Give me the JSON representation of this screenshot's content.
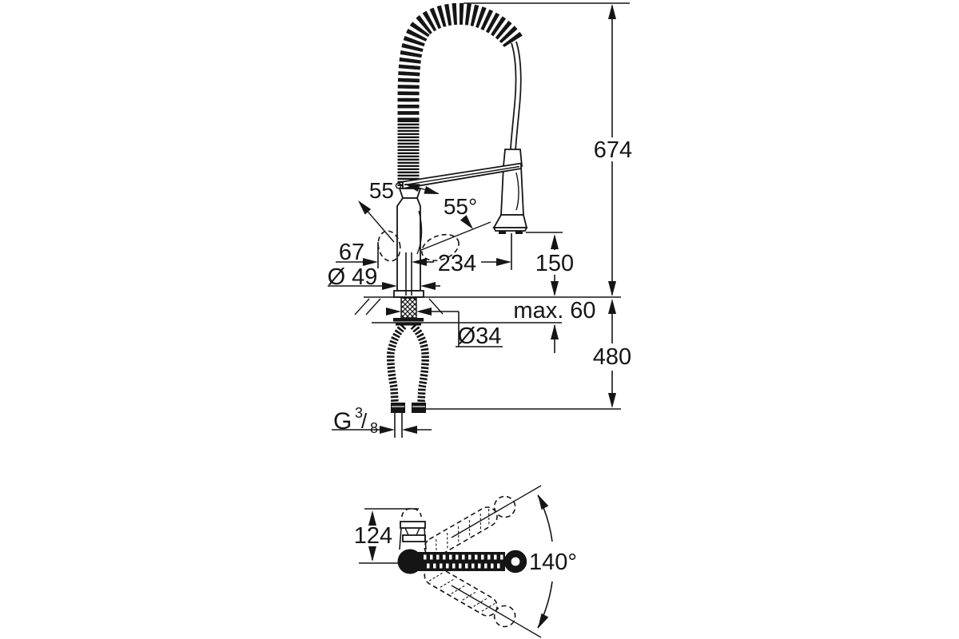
{
  "document": {
    "kind": "technical dimension drawing",
    "subject": "kitchen sink mixer tap with professional spring spout - side elevation and plan swivel view",
    "background_color": "#ffffff",
    "line_color": "#151515"
  },
  "side_view": {
    "overall_height": "674",
    "outlet_height_above_deck": "150",
    "max_deck_thickness": "max. 60",
    "depth_below_deck": "480",
    "lever_swing_left": "55°",
    "lever_swing_right": "55°",
    "lever_offset": "67",
    "body_diameter": "Ø 49",
    "spout_reach": "234",
    "mounting_hole_diameter": "Ø34",
    "supply_thread": {
      "g": "G",
      "numerator": "3",
      "slash": "/",
      "denominator": "8"
    }
  },
  "plan_view": {
    "body_depth": "124",
    "swivel_angle": "140°"
  }
}
